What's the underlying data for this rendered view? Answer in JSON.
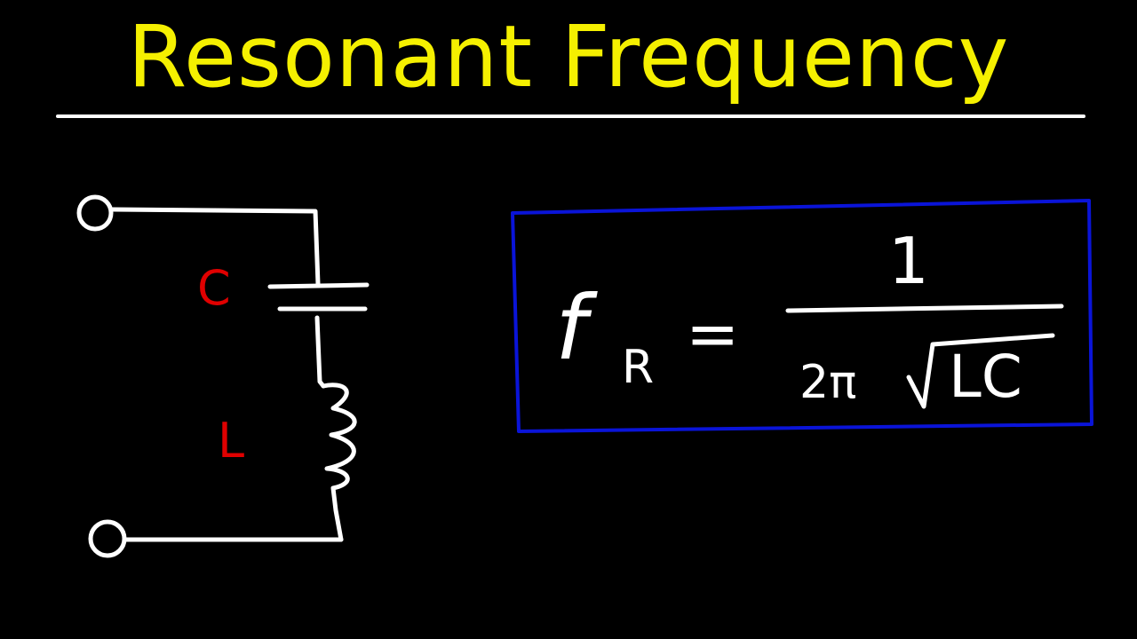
{
  "title": "Resonant Frequency",
  "colors": {
    "background": "#000000",
    "title": "#f5f000",
    "wire": "#ffffff",
    "label": "#e00000",
    "formula_box": "#0a14d8"
  },
  "circuit": {
    "capacitor_label": "C",
    "inductor_label": "L",
    "components": [
      "terminal",
      "capacitor",
      "inductor",
      "terminal"
    ]
  },
  "formula": {
    "lhs": "f",
    "lhs_subscript": "R",
    "equals": "=",
    "numerator": "1",
    "denominator_prefix": "2π",
    "radicand": "LC",
    "text": "f_R = 1 / (2π √(LC))"
  }
}
